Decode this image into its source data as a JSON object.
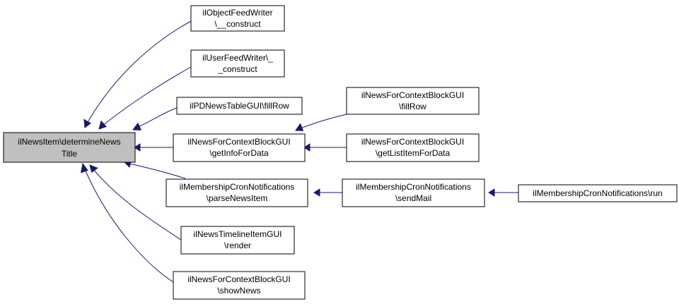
{
  "graph": {
    "root": {
      "line1": "ilNewsItem\\determineNews",
      "line2": "Title"
    },
    "nodes": {
      "object_feed_writer": {
        "line1": "ilObjectFeedWriter",
        "line2": "\\__construct"
      },
      "user_feed_writer": {
        "line1": "ilUserFeedWriter\\_",
        "line2": "_construct"
      },
      "pd_news_table": {
        "line1": "ilPDNewsTableGUI\\fillRow"
      },
      "context_get_info": {
        "line1": "ilNewsForContextBlockGUI",
        "line2": "\\getInfoForData"
      },
      "context_fill_row": {
        "line1": "ilNewsForContextBlockGUI",
        "line2": "\\fillRow"
      },
      "context_get_list_item": {
        "line1": "ilNewsForContextBlockGUI",
        "line2": "\\getListItemForData"
      },
      "membership_parse": {
        "line1": "ilMembershipCronNotifications",
        "line2": "\\parseNewsItem"
      },
      "membership_send": {
        "line1": "ilMembershipCronNotifications",
        "line2": "\\sendMail"
      },
      "membership_run": {
        "line1": "ilMembershipCronNotifications\\run"
      },
      "timeline_render": {
        "line1": "ilNewsTimelineItemGUI",
        "line2": "\\render"
      },
      "context_show_news": {
        "line1": "ilNewsForContextBlockGUI",
        "line2": "\\showNews"
      }
    },
    "colors": {
      "edge": "#191970",
      "root_fill": "#bfbfbf",
      "node_fill": "#ffffff",
      "border": "#000000"
    }
  }
}
